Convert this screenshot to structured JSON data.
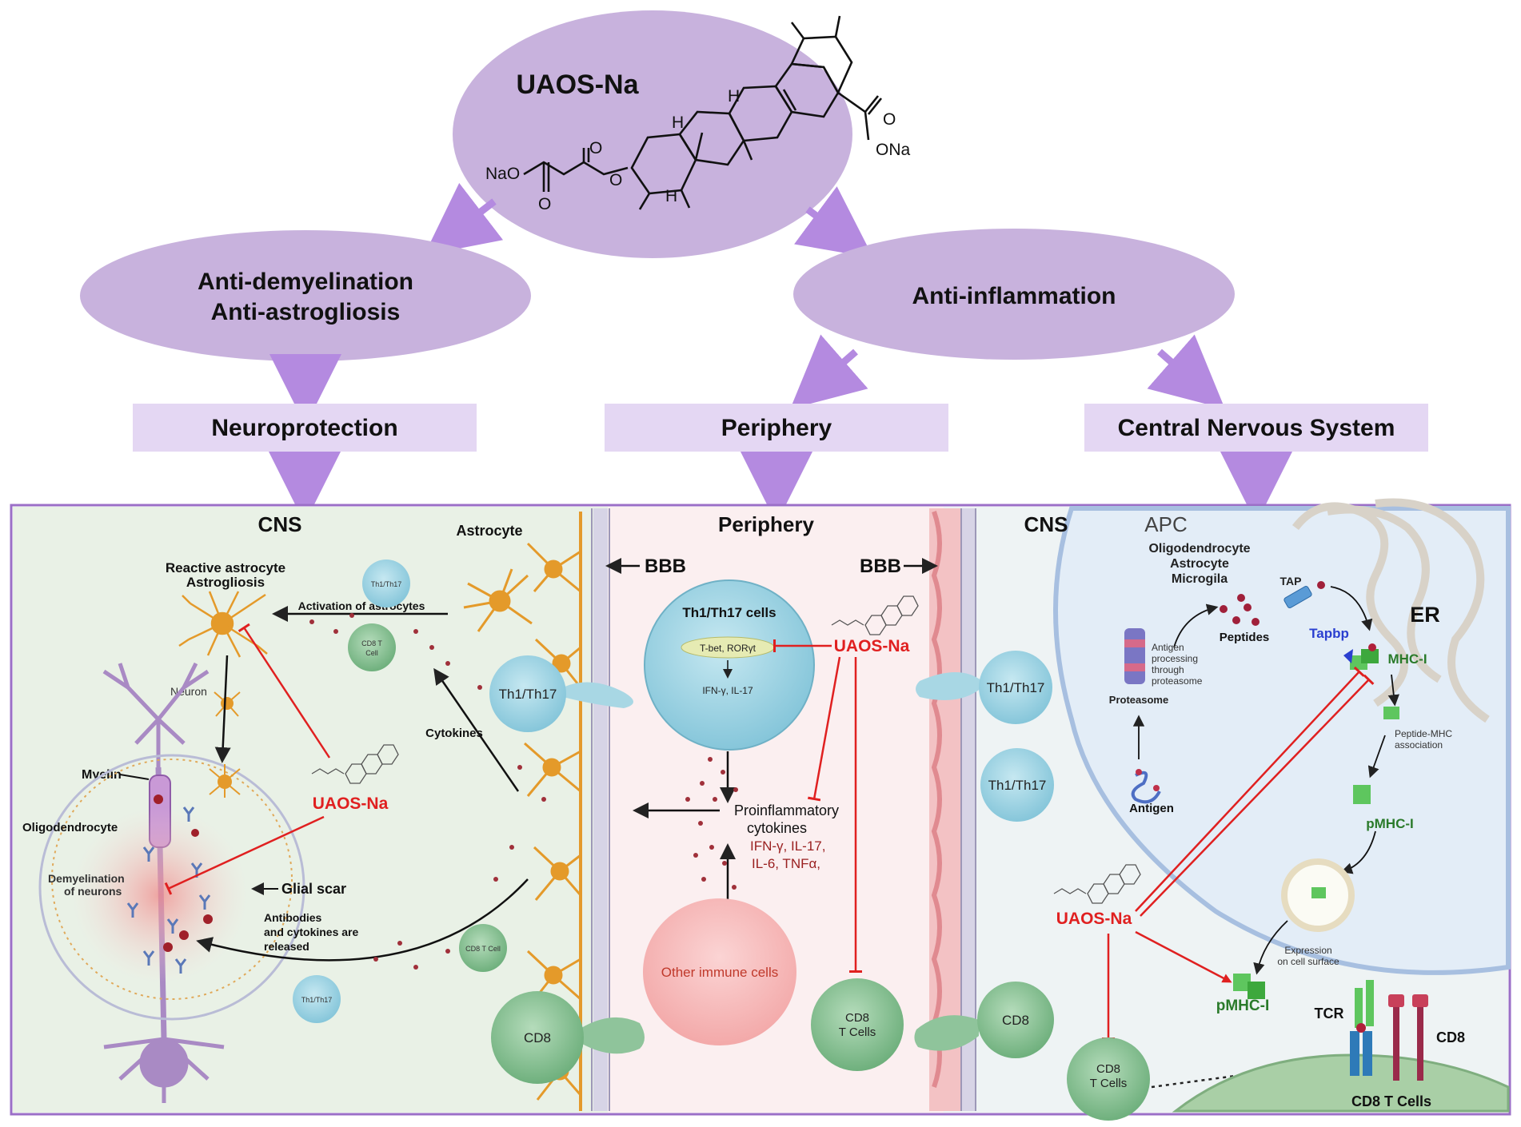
{
  "top": {
    "compound": "UAOS-Na",
    "structure_labels": {
      "nao": "NaO",
      "ona": "ONa",
      "o1": "O",
      "o2": "O",
      "o3": "O",
      "o4": "O",
      "h1": "H",
      "h2": "H",
      "h3": "H"
    }
  },
  "effects": {
    "left": [
      "Anti-demyelination",
      "Anti-astrogliosis"
    ],
    "right": "Anti-inflammation"
  },
  "outcomes": {
    "neuroprotection": "Neuroprotection",
    "periphery": "Periphery",
    "cns": "Central Nervous System"
  },
  "panel_left": {
    "title": "CNS",
    "astrocyte": "Astrocyte",
    "bbb": "BBB",
    "reactive": [
      "Reactive astrocyte",
      "Astrogliosis"
    ],
    "activation": "Activation of astrocytes",
    "th_small": "Th1/Th17",
    "cd8_small": [
      "CD8 T",
      "Cell"
    ],
    "neuron": "Neuron",
    "myelin": "Myelin",
    "oligodendrocyte": "Oligodendrocyte",
    "demyelination": [
      "Demyelination",
      "of neurons"
    ],
    "glial_scar": "Glial scar",
    "antibodies": [
      "Antibodies",
      "and cytokines are",
      "released"
    ],
    "cytokines": "Cytokines",
    "uaos": "UAOS-Na",
    "th_cell": "Th1/Th17",
    "cd8_cell": "CD8",
    "cd8_tcell_small": "CD8 T Cell",
    "th_small_bottom": "Th1/Th17"
  },
  "panel_mid": {
    "title": "Periphery",
    "th_title": "Th1/Th17 cells",
    "tbet": "T-bet, RORγt",
    "ifn": "IFN-γ, IL-17",
    "uaos": "UAOS-Na",
    "bbb": "BBB",
    "proinflammatory": [
      "Proinflammatory",
      "cytokines"
    ],
    "cyto_list": [
      "IFN-γ, IL-17,",
      "IL-6,  TNFα,"
    ],
    "other": "Other immune cells",
    "cd8_tcells": [
      "CD8",
      "T Cells"
    ]
  },
  "panel_right": {
    "title": "CNS",
    "apc": "APC",
    "cell_types": [
      "Oligodendrocyte",
      "Astrocyte",
      "Microgila"
    ],
    "th_a": "Th1/Th17",
    "th_b": "Th1/Th17",
    "cd8": "CD8",
    "tap": "TAP",
    "er": "ER",
    "peptides": "Peptides",
    "antigen_proc": [
      "Antigen",
      "processing",
      "through",
      "proteasome"
    ],
    "proteasome": "Proteasome",
    "tapbp": "Tapbp",
    "mhc": "MHC-I",
    "peptide_mhc": [
      "Peptide-MHC",
      "association"
    ],
    "pmhc": "pMHC-I",
    "antigen": "Antigen",
    "uaos": "UAOS-Na",
    "expression": [
      "Expression",
      "on cell surface"
    ],
    "pmhc2": "pMHC-I",
    "tcr": "TCR",
    "cd8_label": "CD8",
    "cd8_tcells": [
      "CD8",
      "T Cells"
    ],
    "cd8_tcells_label": "CD8 T Cells"
  },
  "colors": {
    "purple": "#c8b2dd",
    "purple_dark": "#a879d8",
    "box": "#e4d7f3",
    "border": "#9b6fc7",
    "red": "#e02020",
    "cns_bg": "#e9f1e6",
    "periphery_bg": "#fbeff0",
    "apc_bg": "#e3edf7",
    "th_blue": "#a8d7e4",
    "cd8_green": "#8fc49b",
    "astro_orange": "#e49a2a"
  }
}
